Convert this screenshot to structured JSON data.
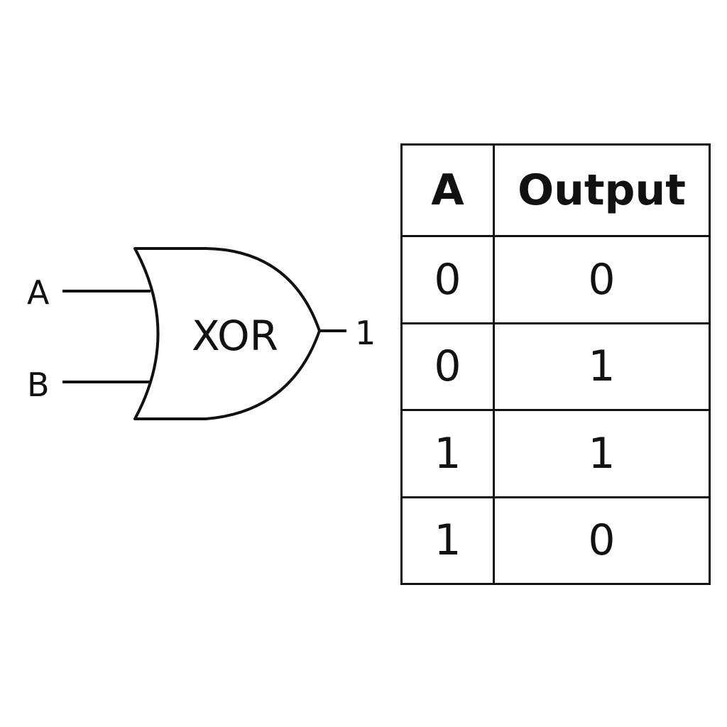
{
  "diagram": {
    "input_a_label": "A",
    "input_b_label": "B",
    "gate_label": "XOR",
    "output_value": "1"
  },
  "truth_table": {
    "headers": [
      "A",
      "Output"
    ],
    "rows": [
      [
        "0",
        "0"
      ],
      [
        "0",
        "1"
      ],
      [
        "1",
        "1"
      ],
      [
        "1",
        "0"
      ]
    ]
  }
}
